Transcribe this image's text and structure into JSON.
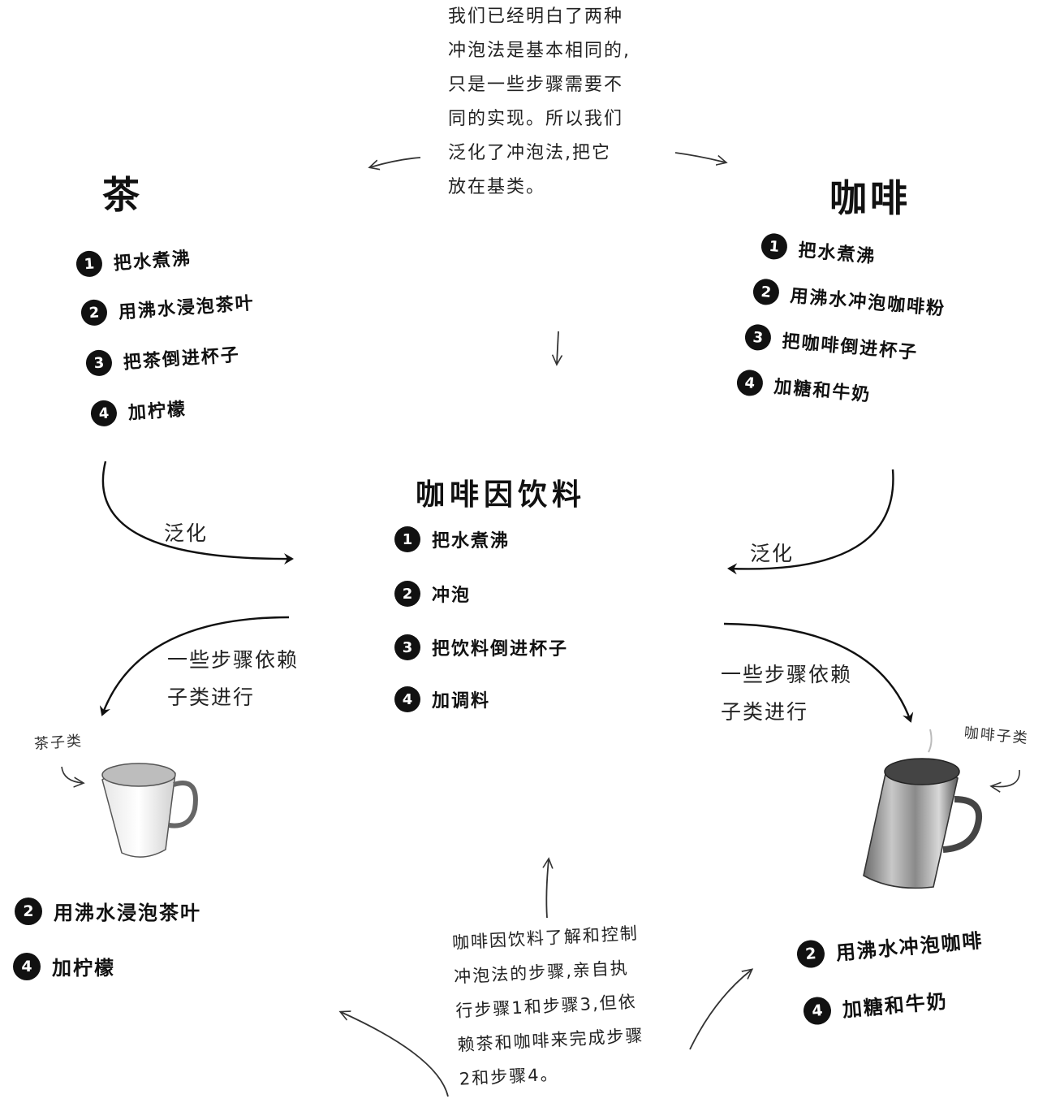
{
  "top_note": "我们已经明白了两种\n冲泡法是基本相同的,\n只是一些步骤需要不\n同的实现。所以我们\n泛化了冲泡法,把它\n放在基类。",
  "tea": {
    "title": "茶",
    "steps": [
      {
        "num": "1",
        "text": "把水煮沸"
      },
      {
        "num": "2",
        "text": "用沸水浸泡茶叶"
      },
      {
        "num": "3",
        "text": "把茶倒进杯子"
      },
      {
        "num": "4",
        "text": "加柠檬"
      }
    ]
  },
  "coffee": {
    "title": "咖啡",
    "steps": [
      {
        "num": "1",
        "text": "把水煮沸"
      },
      {
        "num": "2",
        "text": "用沸水冲泡咖啡粉"
      },
      {
        "num": "3",
        "text": "把咖啡倒进杯子"
      },
      {
        "num": "4",
        "text": "加糖和牛奶"
      }
    ]
  },
  "caffeine": {
    "title": "咖啡因饮料",
    "steps": [
      {
        "num": "1",
        "text": "把水煮沸"
      },
      {
        "num": "2",
        "text": "冲泡"
      },
      {
        "num": "3",
        "text": "把饮料倒进杯子"
      },
      {
        "num": "4",
        "text": "加调料"
      }
    ]
  },
  "labels": {
    "generalize_left": "泛化",
    "generalize_right": "泛化",
    "depends_left": "一些步骤依赖\n子类进行",
    "depends_right": "一些步骤依赖\n子类进行",
    "tea_subclass": "茶子类",
    "coffee_subclass": "咖啡子类"
  },
  "tea_sub_steps": [
    {
      "num": "2",
      "text": "用沸水浸泡茶叶"
    },
    {
      "num": "4",
      "text": "加柠檬"
    }
  ],
  "coffee_sub_steps": [
    {
      "num": "2",
      "text": "用沸水冲泡咖啡"
    },
    {
      "num": "4",
      "text": "加糖和牛奶"
    }
  ],
  "bottom_note": "咖啡因饮料了解和控制\n冲泡法的步骤,亲自执\n行步骤1和步骤3,但依\n赖茶和咖啡来完成步骤\n2和步骤4。"
}
